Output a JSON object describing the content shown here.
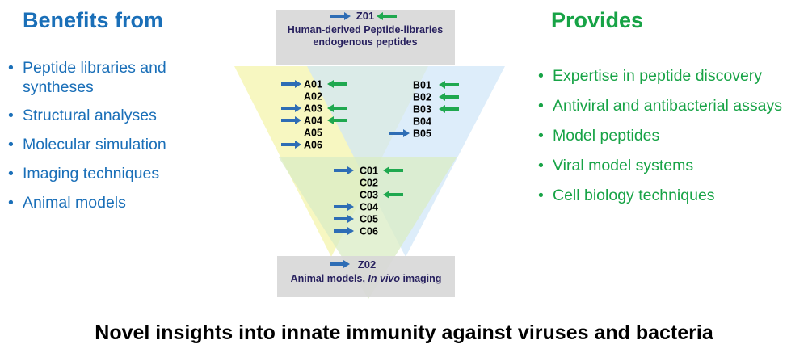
{
  "left_panel": {
    "title": "Benefits from",
    "items": [
      "Peptide libraries and syntheses",
      "Structural analyses",
      "Molecular simulation",
      "Imaging techniques",
      "Animal models"
    ]
  },
  "right_panel": {
    "title": "Provides",
    "items": [
      "Expertise in peptide discovery",
      "Antiviral and antibacterial assays",
      "Model peptides",
      "Viral model systems",
      "Cell biology techniques"
    ]
  },
  "top_box": {
    "code": "Z01",
    "line1": "Human-derived Peptide-libraries",
    "line2": "endogenous peptides",
    "in_arrow": true,
    "out_arrow": true
  },
  "bottom_box": {
    "code": "Z02",
    "text": "Animal models, ",
    "text_italic": "In vivo",
    "text_end": " imaging",
    "in_arrow": true,
    "out_arrow": false
  },
  "group_a": [
    {
      "code": "A01",
      "in": true,
      "out": true
    },
    {
      "code": "A02",
      "in": false,
      "out": false
    },
    {
      "code": "A03",
      "in": true,
      "out": true
    },
    {
      "code": "A04",
      "in": true,
      "out": true
    },
    {
      "code": "A05",
      "in": false,
      "out": false
    },
    {
      "code": "A06",
      "in": true,
      "out": false
    }
  ],
  "group_b": [
    {
      "code": "B01",
      "in": false,
      "out": true
    },
    {
      "code": "B02",
      "in": false,
      "out": true
    },
    {
      "code": "B03",
      "in": false,
      "out": true
    },
    {
      "code": "B04",
      "in": false,
      "out": false
    },
    {
      "code": "B05",
      "in": true,
      "out": false
    }
  ],
  "group_c": [
    {
      "code": "C01",
      "in": true,
      "out": true
    },
    {
      "code": "C02",
      "in": false,
      "out": false
    },
    {
      "code": "C03",
      "in": false,
      "out": true
    },
    {
      "code": "C04",
      "in": true,
      "out": false
    },
    {
      "code": "C05",
      "in": true,
      "out": false
    },
    {
      "code": "C06",
      "in": true,
      "out": false
    }
  ],
  "footer": "Novel insights into innate immunity against viruses and bacteria",
  "colors": {
    "blue_text": "#1a6fb8",
    "green_text": "#17a346",
    "arrow_in": "#2e6db5",
    "arrow_out": "#1fa84f",
    "triangle_a": "#f3f3a6",
    "triangle_b": "#cfe6f8",
    "triangle_c": "#d9ecc4",
    "box_fill": "#d7d7d7",
    "box_title": "#27205e"
  }
}
